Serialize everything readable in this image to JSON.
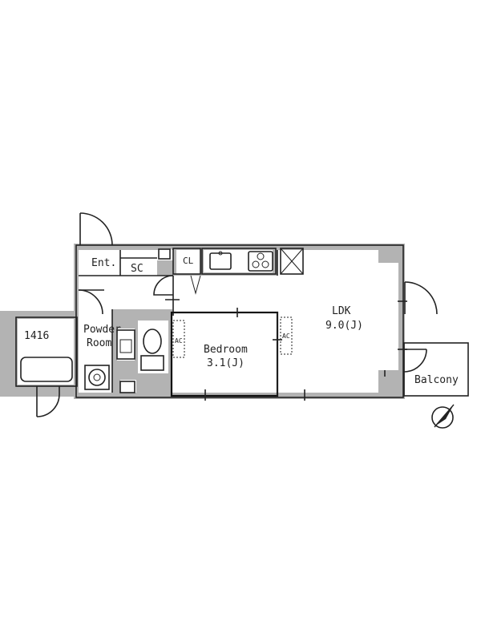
{
  "rooms": {
    "ent": "Ent.",
    "sc": "SC",
    "cl": "CL",
    "powder_line1": "Powder",
    "powder_line2": "Room",
    "bath": "1416",
    "bedroom_name": "Bedroom",
    "bedroom_size": "3.1(J)",
    "ldk_name": "LDK",
    "ldk_size": "9.0(J)",
    "balcony": "Balcony"
  },
  "ac_labels": [
    "AC",
    "AC"
  ]
}
